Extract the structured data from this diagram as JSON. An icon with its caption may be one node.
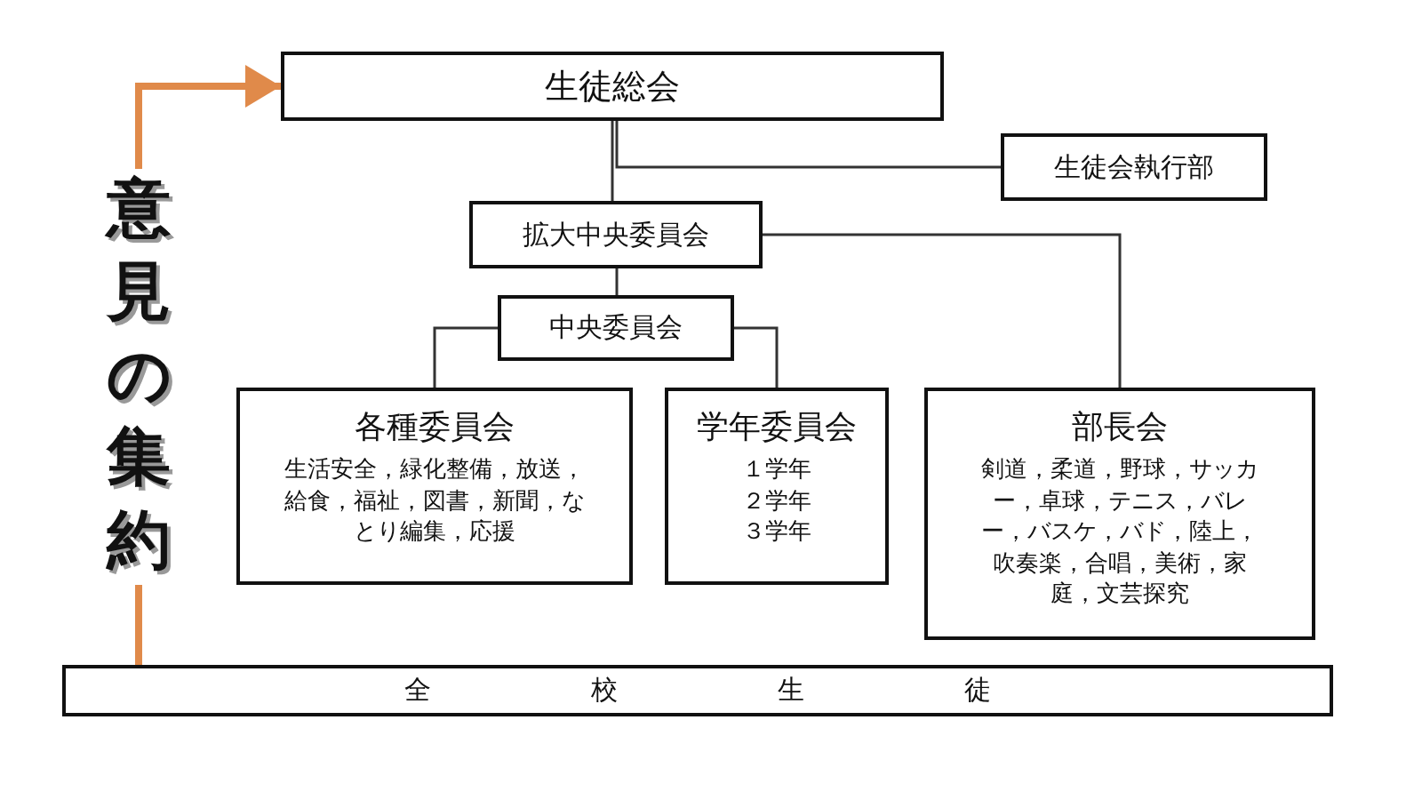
{
  "diagram": {
    "nodes": [
      {
        "text": [
          "生徒総会"
        ]
      },
      {
        "text": [
          "生徒会執行部"
        ]
      },
      {
        "text": [
          "拡大中央委員会"
        ]
      },
      {
        "text": [
          "中央委員会"
        ]
      },
      {
        "text": [
          "各種委員会",
          "生活安全，緑化整備，放送，給食，福祉，図書，新聞，なとり編集，応援"
        ]
      },
      {
        "text": [
          "学年委員会",
          "１学年",
          "２学年",
          "３学年"
        ]
      },
      {
        "text": [
          "部長会",
          "剣道，柔道，野球，サッカー，卓球，テニス，バレー，バスケ，バド，陸上，吹奏楽，合唱，美術，家庭，文芸探究"
        ]
      },
      {
        "text": [
          "全校生徒"
        ]
      }
    ],
    "edges": [
      {
        "from": 0,
        "to": 2,
        "arrow": "none"
      },
      {
        "from": 0,
        "to": 1,
        "arrow": "none"
      },
      {
        "from": 2,
        "to": 3,
        "arrow": "none"
      },
      {
        "from": 2,
        "to": 6,
        "arrow": "none"
      },
      {
        "from": 3,
        "to": 4,
        "arrow": "none"
      },
      {
        "from": 3,
        "to": 5,
        "arrow": "none"
      },
      {
        "from": 7,
        "to": 0,
        "arrow": "to",
        "style": "thick",
        "color": "#e08a4a",
        "label": "意見の集約"
      }
    ]
  }
}
